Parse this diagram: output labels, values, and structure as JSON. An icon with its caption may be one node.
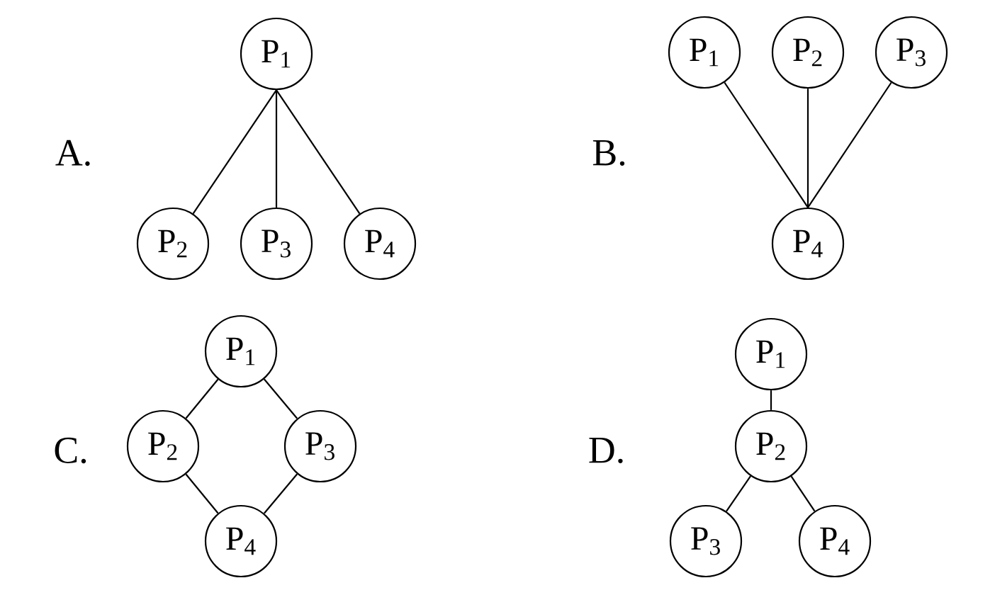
{
  "diagram": {
    "nodes": [
      {
        "text": [
          "P$_{1}$"
        ]
      },
      {
        "text": [
          "P$_{2}$"
        ]
      },
      {
        "text": [
          "P$_{3}$"
        ]
      },
      {
        "text": [
          "P$_{4}$"
        ]
      },
      {
        "text": [
          "P$_{1}$"
        ]
      },
      {
        "text": [
          "P$_{2}$"
        ]
      },
      {
        "text": [
          "P$_{3}$"
        ]
      },
      {
        "text": [
          "P$_{4}$"
        ]
      },
      {
        "text": [
          "P$_{1}$"
        ]
      },
      {
        "text": [
          "P$_{2}$"
        ]
      },
      {
        "text": [
          "P$_{3}$"
        ]
      },
      {
        "text": [
          "P$_{4}$"
        ]
      },
      {
        "text": [
          "P$_{1}$"
        ]
      },
      {
        "text": [
          "P$_{2}$"
        ]
      },
      {
        "text": [
          "P$_{3}$"
        ]
      },
      {
        "text": [
          "P$_{4}$"
        ]
      }
    ],
    "edges": [
      {
        "from": 0,
        "to": 1,
        "arrow": "none"
      },
      {
        "from": 0,
        "to": 2,
        "arrow": "none"
      },
      {
        "from": 0,
        "to": 3,
        "arrow": "none"
      },
      {
        "from": 4,
        "to": 7,
        "arrow": "none"
      },
      {
        "from": 5,
        "to": 7,
        "arrow": "none"
      },
      {
        "from": 6,
        "to": 7,
        "arrow": "none"
      },
      {
        "from": 8,
        "to": 9,
        "arrow": "none"
      },
      {
        "from": 8,
        "to": 10,
        "arrow": "none"
      },
      {
        "from": 9,
        "to": 11,
        "arrow": "none"
      },
      {
        "from": 10,
        "to": 11,
        "arrow": "none"
      },
      {
        "from": 12,
        "to": 13,
        "arrow": "none"
      },
      {
        "from": 13,
        "to": 14,
        "arrow": "none"
      },
      {
        "from": 13,
        "to": 15,
        "arrow": "none"
      }
    ],
    "labels": [
      "A.",
      "B.",
      "C.",
      "D."
    ]
  }
}
